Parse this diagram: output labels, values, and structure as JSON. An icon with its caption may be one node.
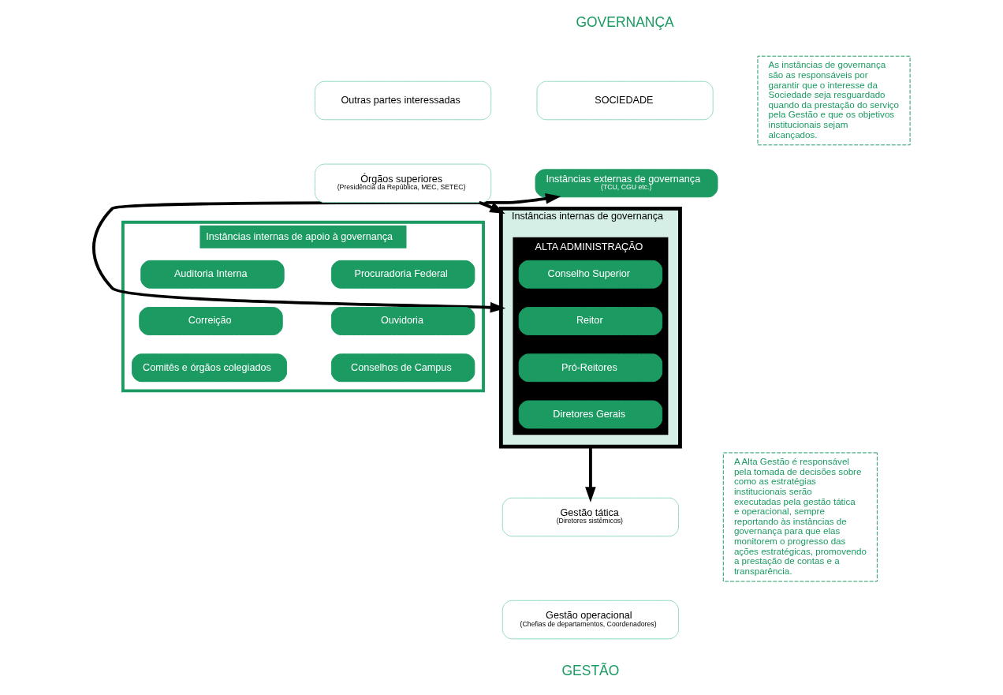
{
  "diagram": {
    "nodes": [
      {
        "text": [
          "SOCIEDADE"
        ]
      },
      {
        "text": [
          "Outras partes interessadas"
        ]
      },
      {
        "text": [
          "Órgãos superiores",
          "(Presidência da República, MEC, SETEC)"
        ]
      },
      {
        "text": [
          "Instâncias internas de governança"
        ]
      },
      {
        "text": [
          "ALTA ADMINISTRAÇÃO"
        ],
        "in": 3
      },
      {
        "text": [
          "Conselho Superior"
        ],
        "in": 4
      },
      {
        "text": [
          "Reitor"
        ],
        "in": 4
      },
      {
        "text": [
          "Pró-Reitores"
        ],
        "in": 4
      },
      {
        "text": [
          "Diretores Gerais"
        ],
        "in": 4
      },
      {
        "text": [
          "Instâncias externas de governança",
          "(TCU, CGU etc.)"
        ]
      },
      {
        "text": [
          "Instâncias internas de apoio à governança"
        ]
      },
      {
        "text": [
          "Procuradoria Federal"
        ],
        "in": 10
      },
      {
        "text": [
          "Auditoria Interna"
        ],
        "in": 10
      },
      {
        "text": [
          "Ouvidoria"
        ],
        "in": 10
      },
      {
        "text": [
          "Correição"
        ],
        "in": 10
      },
      {
        "text": [
          "Conselhos de Campus"
        ],
        "in": 10
      },
      {
        "text": [
          "Comitês e órgãos colegiados"
        ],
        "in": 10
      },
      {
        "text": [
          "Gestão tática",
          "(Diretores sistêmicos)"
        ]
      },
      {
        "text": [
          "Gestão operacional",
          "(Chefias de departamentos, Coordenadores)"
        ]
      }
    ],
    "edges": [
      {
        "from": 2,
        "to": 3,
        "arrow": "to"
      },
      {
        "from": 9,
        "to": 3,
        "arrow": "both"
      },
      {
        "from": 3,
        "to": 17,
        "arrow": "to"
      }
    ],
    "labels": [
      "GOVERNANÇA",
      "As instâncias de governança são as responsáveis por garantir que o interesse da Sociedade seja resguardado quando da prestação do serviço pela Gestão e que os objetivos institucionais sejam alcançados.",
      "A Alta Gestão é responsável pela tomada de decisões sobre como as estratégias institucionais serão executadas pela gestão tática e operacional, sempre reportando às instâncias de governança para que elas monitorem o progresso das ações estratégicas, promovendo a prestação de contas e a transparência.",
      "GESTÃO"
    ]
  }
}
